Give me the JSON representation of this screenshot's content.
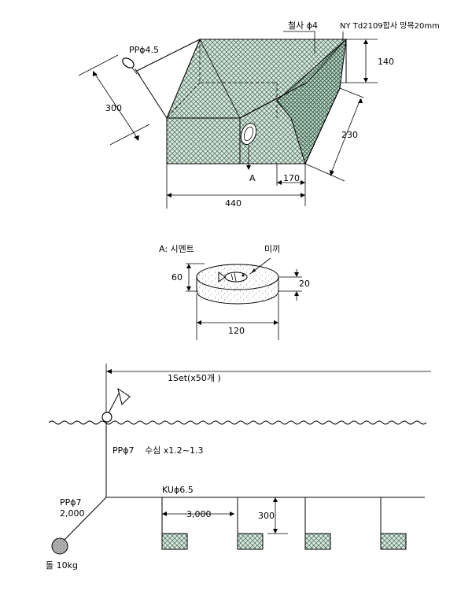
{
  "trap": {
    "rope_label": "PPϕ4.5",
    "frame_label": "철사 ϕ4",
    "net_label": "NY Td2109합사 망목20mm",
    "dim_300": "300",
    "dim_140": "140",
    "dim_230": "230",
    "dim_170": "170",
    "dim_440": "440",
    "point_a": "A"
  },
  "cement": {
    "title": "A: 시멘트",
    "bait_label": "미끼",
    "dim_60": "60",
    "dim_20": "20",
    "dim_120": "120"
  },
  "longline": {
    "set_label": "1Set(x50개 )",
    "buoy_rope": "PPϕ7",
    "depth_label": "수심 x1.2~1.3",
    "anchor_rope": "PPϕ7",
    "anchor_rope_len": "2,000",
    "main_line": "KUϕ6.5",
    "spacing": "3,000",
    "drop_len": "300",
    "anchor_label": "돌 10kg"
  },
  "colors": {
    "net_fill": "#d8e6de",
    "net_mesh": "#4f7a66",
    "line": "#000000"
  }
}
